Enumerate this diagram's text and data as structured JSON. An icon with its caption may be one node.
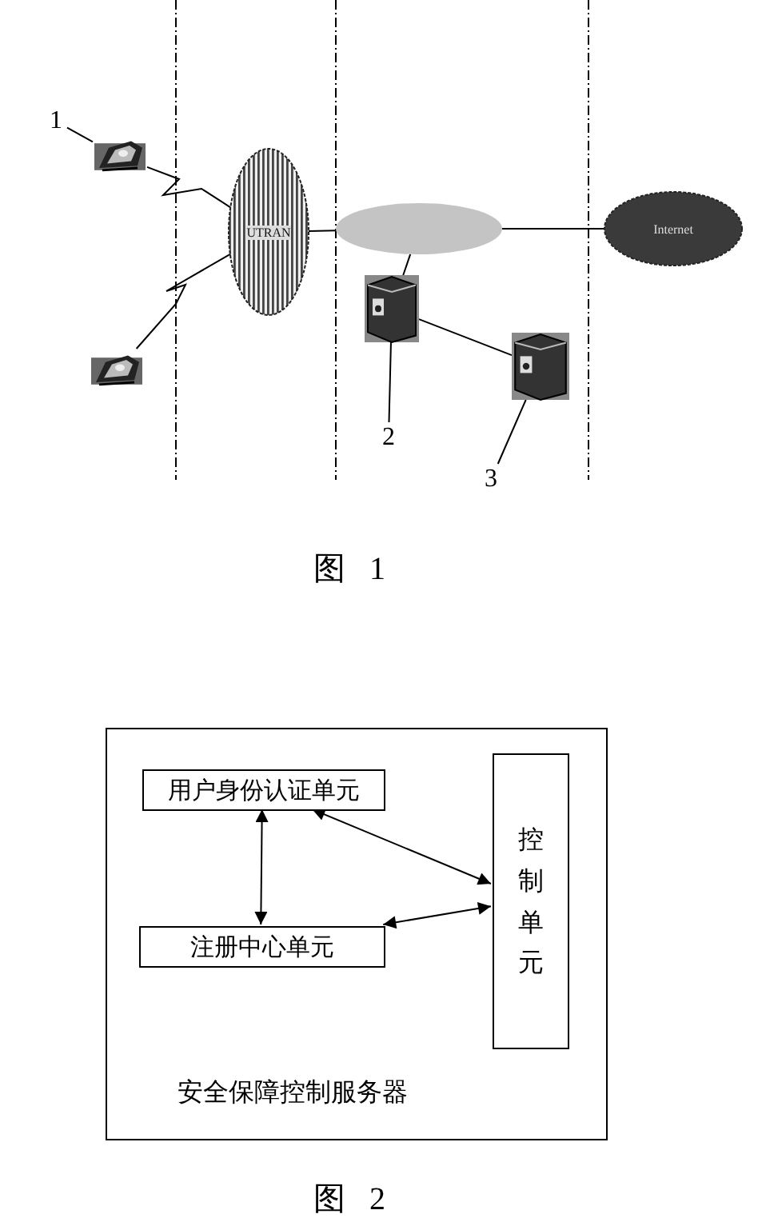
{
  "diagram": {
    "nodes": [
      {
        "text": [],
        "shape": "picture"
      },
      {
        "text": [],
        "shape": "picture"
      },
      {
        "text": [
          "UTRAN"
        ]
      },
      {
        "text": [],
        "shape": "ellipse"
      },
      {
        "text": [
          "Internet"
        ]
      },
      {
        "text": [],
        "shape": "picture"
      },
      {
        "text": [],
        "shape": "picture"
      },
      {
        "text": [
          "1"
        ]
      },
      {
        "text": [
          "2"
        ]
      },
      {
        "text": [
          "3"
        ]
      },
      {
        "text": [
          "安全保障控制服务器"
        ]
      },
      {
        "text": [
          "用户身份认证单元"
        ],
        "in": 10
      },
      {
        "text": [
          "注册中心单元"
        ],
        "in": 10
      },
      {
        "text": [
          "控制单元"
        ],
        "in": 10
      }
    ],
    "edges": [
      {
        "from": 0,
        "to": 2,
        "arrow": "none"
      },
      {
        "from": 1,
        "to": 2,
        "arrow": "none"
      },
      {
        "from": 2,
        "to": 3,
        "arrow": "none"
      },
      {
        "from": 3,
        "to": 4,
        "arrow": "none"
      },
      {
        "from": 3,
        "to": 5,
        "arrow": "none"
      },
      {
        "from": 5,
        "to": 6,
        "arrow": "none"
      },
      {
        "from": 7,
        "to": 0,
        "arrow": "none"
      },
      {
        "from": 8,
        "to": 5,
        "arrow": "none"
      },
      {
        "from": 9,
        "to": 6,
        "arrow": "none"
      },
      {
        "from": 11,
        "to": 13,
        "arrow": "both"
      },
      {
        "from": 11,
        "to": 12,
        "arrow": "both"
      },
      {
        "from": 12,
        "to": 13,
        "arrow": "both"
      }
    ],
    "labels": [
      "图 1",
      "图 2"
    ]
  }
}
